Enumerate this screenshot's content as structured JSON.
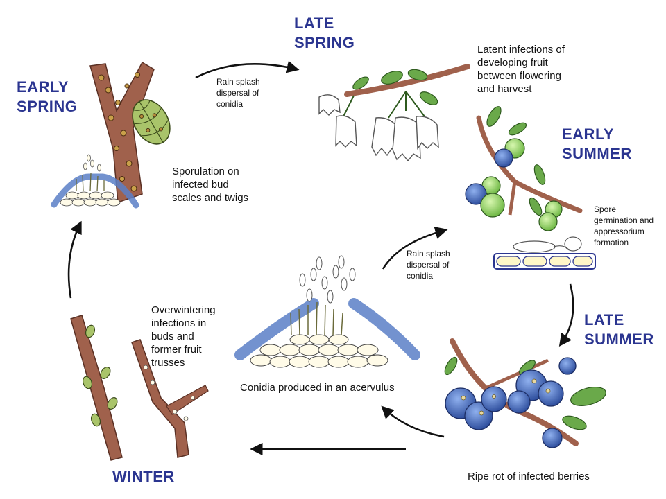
{
  "seasons": {
    "early_spring": [
      "EARLY",
      "SPRING"
    ],
    "late_spring": [
      "LATE",
      "SPRING"
    ],
    "early_summer": [
      "EARLY",
      "SUMMER"
    ],
    "late_summer": [
      "LATE",
      "SUMMER"
    ],
    "winter": [
      "WINTER"
    ]
  },
  "labels": {
    "sporulation": [
      "Sporulation on",
      "infected bud",
      "scales and twigs"
    ],
    "rain_splash_top": [
      "Rain splash",
      "dispersal of",
      "conidia"
    ],
    "latent_infections": [
      "Latent infections of",
      "developing fruit",
      "between flowering",
      "and harvest"
    ],
    "spore_germination": [
      "Spore",
      "germination and",
      "appressorium",
      "formation"
    ],
    "rain_splash_center": [
      "Rain splash",
      "dispersal of",
      "conidia"
    ],
    "overwintering": [
      "Overwintering",
      "infections in",
      "buds and",
      "former fruit",
      "trusses"
    ],
    "conidia_acervulus": [
      "Conidia produced in an acervulus"
    ],
    "ripe_rot": [
      "Ripe rot of infected berries"
    ]
  },
  "colors": {
    "season_text": "#2b3590",
    "bark": "#a0614c",
    "leaf": "#6aa94a",
    "berry_ripe": "#4a6fc0",
    "berry_green": "#9fd86a",
    "cell_blue": "#6c8fd0",
    "arrow": "#111111"
  }
}
